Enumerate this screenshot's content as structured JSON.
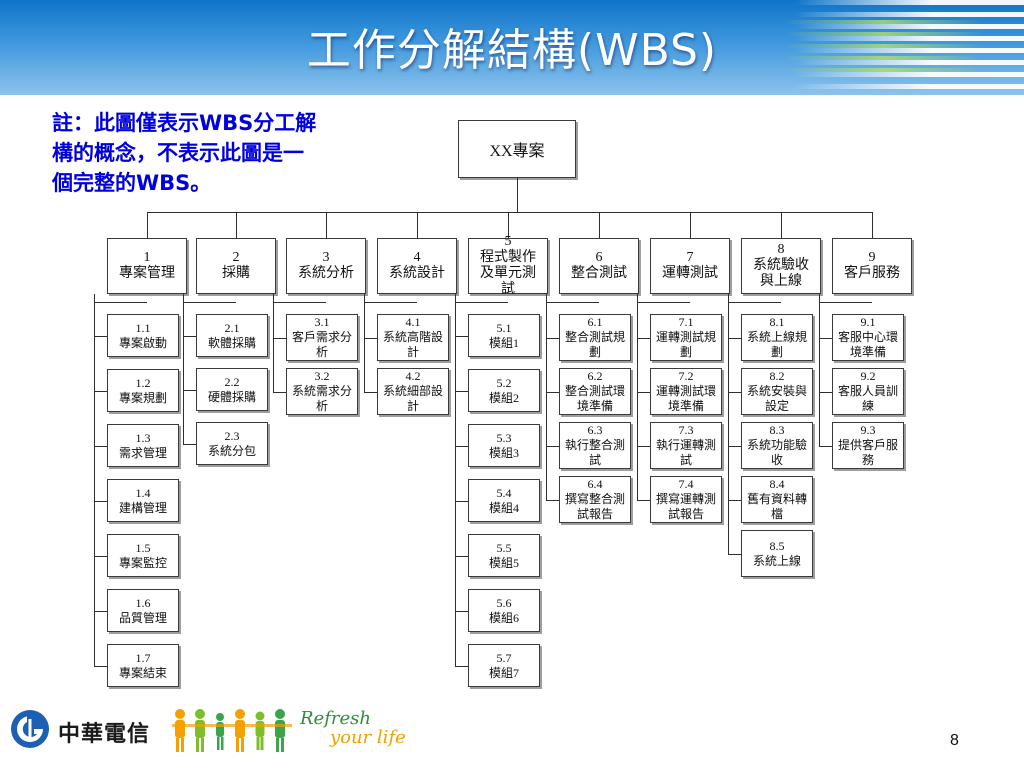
{
  "title": "工作分解結構(WBS)",
  "note": {
    "line1": "註：此圖僅表示WBS分工解",
    "line2": "構的概念，不表示此圖是一",
    "line3": "個完整的WBS。"
  },
  "root": "XX專案",
  "branches": [
    {
      "num": "1",
      "name": "專案管理",
      "children": [
        {
          "num": "1.1",
          "name": "專案啟動"
        },
        {
          "num": "1.2",
          "name": "專案規劃"
        },
        {
          "num": "1.3",
          "name": "需求管理"
        },
        {
          "num": "1.4",
          "name": "建構管理"
        },
        {
          "num": "1.5",
          "name": "專案監控"
        },
        {
          "num": "1.6",
          "name": "品質管理"
        },
        {
          "num": "1.7",
          "name": "專案結束"
        }
      ]
    },
    {
      "num": "2",
      "name": "採購",
      "children": [
        {
          "num": "2.1",
          "name": "軟體採購"
        },
        {
          "num": "2.2",
          "name": "硬體採購"
        },
        {
          "num": "2.3",
          "name": "系統分包"
        }
      ]
    },
    {
      "num": "3",
      "name": "系統分析",
      "children": [
        {
          "num": "3.1",
          "name": "客戶需求分析"
        },
        {
          "num": "3.2",
          "name": "系統需求分析"
        }
      ]
    },
    {
      "num": "4",
      "name": "系統設計",
      "children": [
        {
          "num": "4.1",
          "name": "系統高階設計"
        },
        {
          "num": "4.2",
          "name": "系統細部設計"
        }
      ]
    },
    {
      "num": "5",
      "name": "程式製作及單元測試",
      "children": [
        {
          "num": "5.1",
          "name": "模組1"
        },
        {
          "num": "5.2",
          "name": "模組2"
        },
        {
          "num": "5.3",
          "name": "模組3"
        },
        {
          "num": "5.4",
          "name": "模組4"
        },
        {
          "num": "5.5",
          "name": "模組5"
        },
        {
          "num": "5.6",
          "name": "模組6"
        },
        {
          "num": "5.7",
          "name": "模組7"
        }
      ]
    },
    {
      "num": "6",
      "name": "整合測試",
      "children": [
        {
          "num": "6.1",
          "name": "整合測試規劃"
        },
        {
          "num": "6.2",
          "name": "整合測試環境準備"
        },
        {
          "num": "6.3",
          "name": "執行整合測試"
        },
        {
          "num": "6.4",
          "name": "撰寫整合測試報告"
        }
      ]
    },
    {
      "num": "7",
      "name": "運轉測試",
      "children": [
        {
          "num": "7.1",
          "name": "運轉測試規劃"
        },
        {
          "num": "7.2",
          "name": "運轉測試環境準備"
        },
        {
          "num": "7.3",
          "name": "執行運轉測試"
        },
        {
          "num": "7.4",
          "name": "撰寫運轉測試報告"
        }
      ]
    },
    {
      "num": "8",
      "name": "系統驗收與上線",
      "children": [
        {
          "num": "8.1",
          "name": "系統上線規劃"
        },
        {
          "num": "8.2",
          "name": "系統安裝與設定"
        },
        {
          "num": "8.3",
          "name": "系統功能驗收"
        },
        {
          "num": "8.4",
          "name": "舊有資料轉檔"
        },
        {
          "num": "8.5",
          "name": "系統上線"
        }
      ]
    },
    {
      "num": "9",
      "name": "客戶服務",
      "children": [
        {
          "num": "9.1",
          "name": "客服中心環境準備"
        },
        {
          "num": "9.2",
          "name": "客服人員訓練"
        },
        {
          "num": "9.3",
          "name": "提供客戶服務"
        }
      ]
    }
  ],
  "footer": {
    "brand": "中華電信",
    "slogan_line1": "Refresh",
    "slogan_line2": "your life",
    "page_number": "8"
  }
}
